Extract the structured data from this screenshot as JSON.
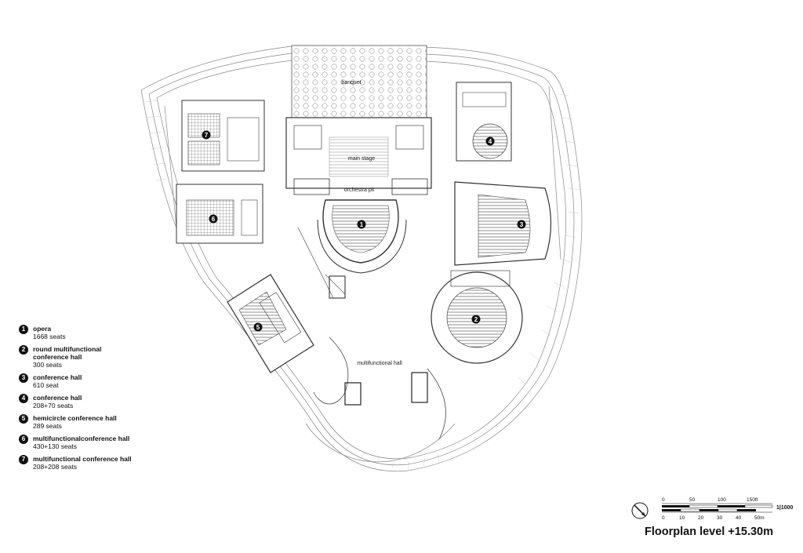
{
  "title": "Floorplan level +15.30m",
  "scale": {
    "ratio": "1|1000",
    "ft_ticks": [
      "0",
      "50",
      "100",
      "150ft"
    ],
    "m_ticks": [
      "0",
      "10",
      "20",
      "30",
      "40",
      "50m"
    ]
  },
  "plan_labels": {
    "banquet": "banquet",
    "main_stage": "main stage",
    "orchestra_pit": "orchestra pit",
    "multifunctional_hall": "multifunctional hall"
  },
  "markers": [
    "1",
    "2",
    "3",
    "4",
    "5",
    "6",
    "7"
  ],
  "legend": [
    {
      "num": "1",
      "name": "opera",
      "seats": "1668 seats"
    },
    {
      "num": "2",
      "name": "round multifunctional\nconference hall",
      "seats": "300 seats"
    },
    {
      "num": "3",
      "name": "conference hall",
      "seats": "610 seat"
    },
    {
      "num": "4",
      "name": "conference hall",
      "seats": "208+70 seats"
    },
    {
      "num": "5",
      "name": "hemicircle conference hall",
      "seats": "289 seats"
    },
    {
      "num": "6",
      "name": "multifunctionalconference hall",
      "seats": "430+130 seats"
    },
    {
      "num": "7",
      "name": "multifunctional conference hall",
      "seats": "208+208 seats"
    }
  ]
}
